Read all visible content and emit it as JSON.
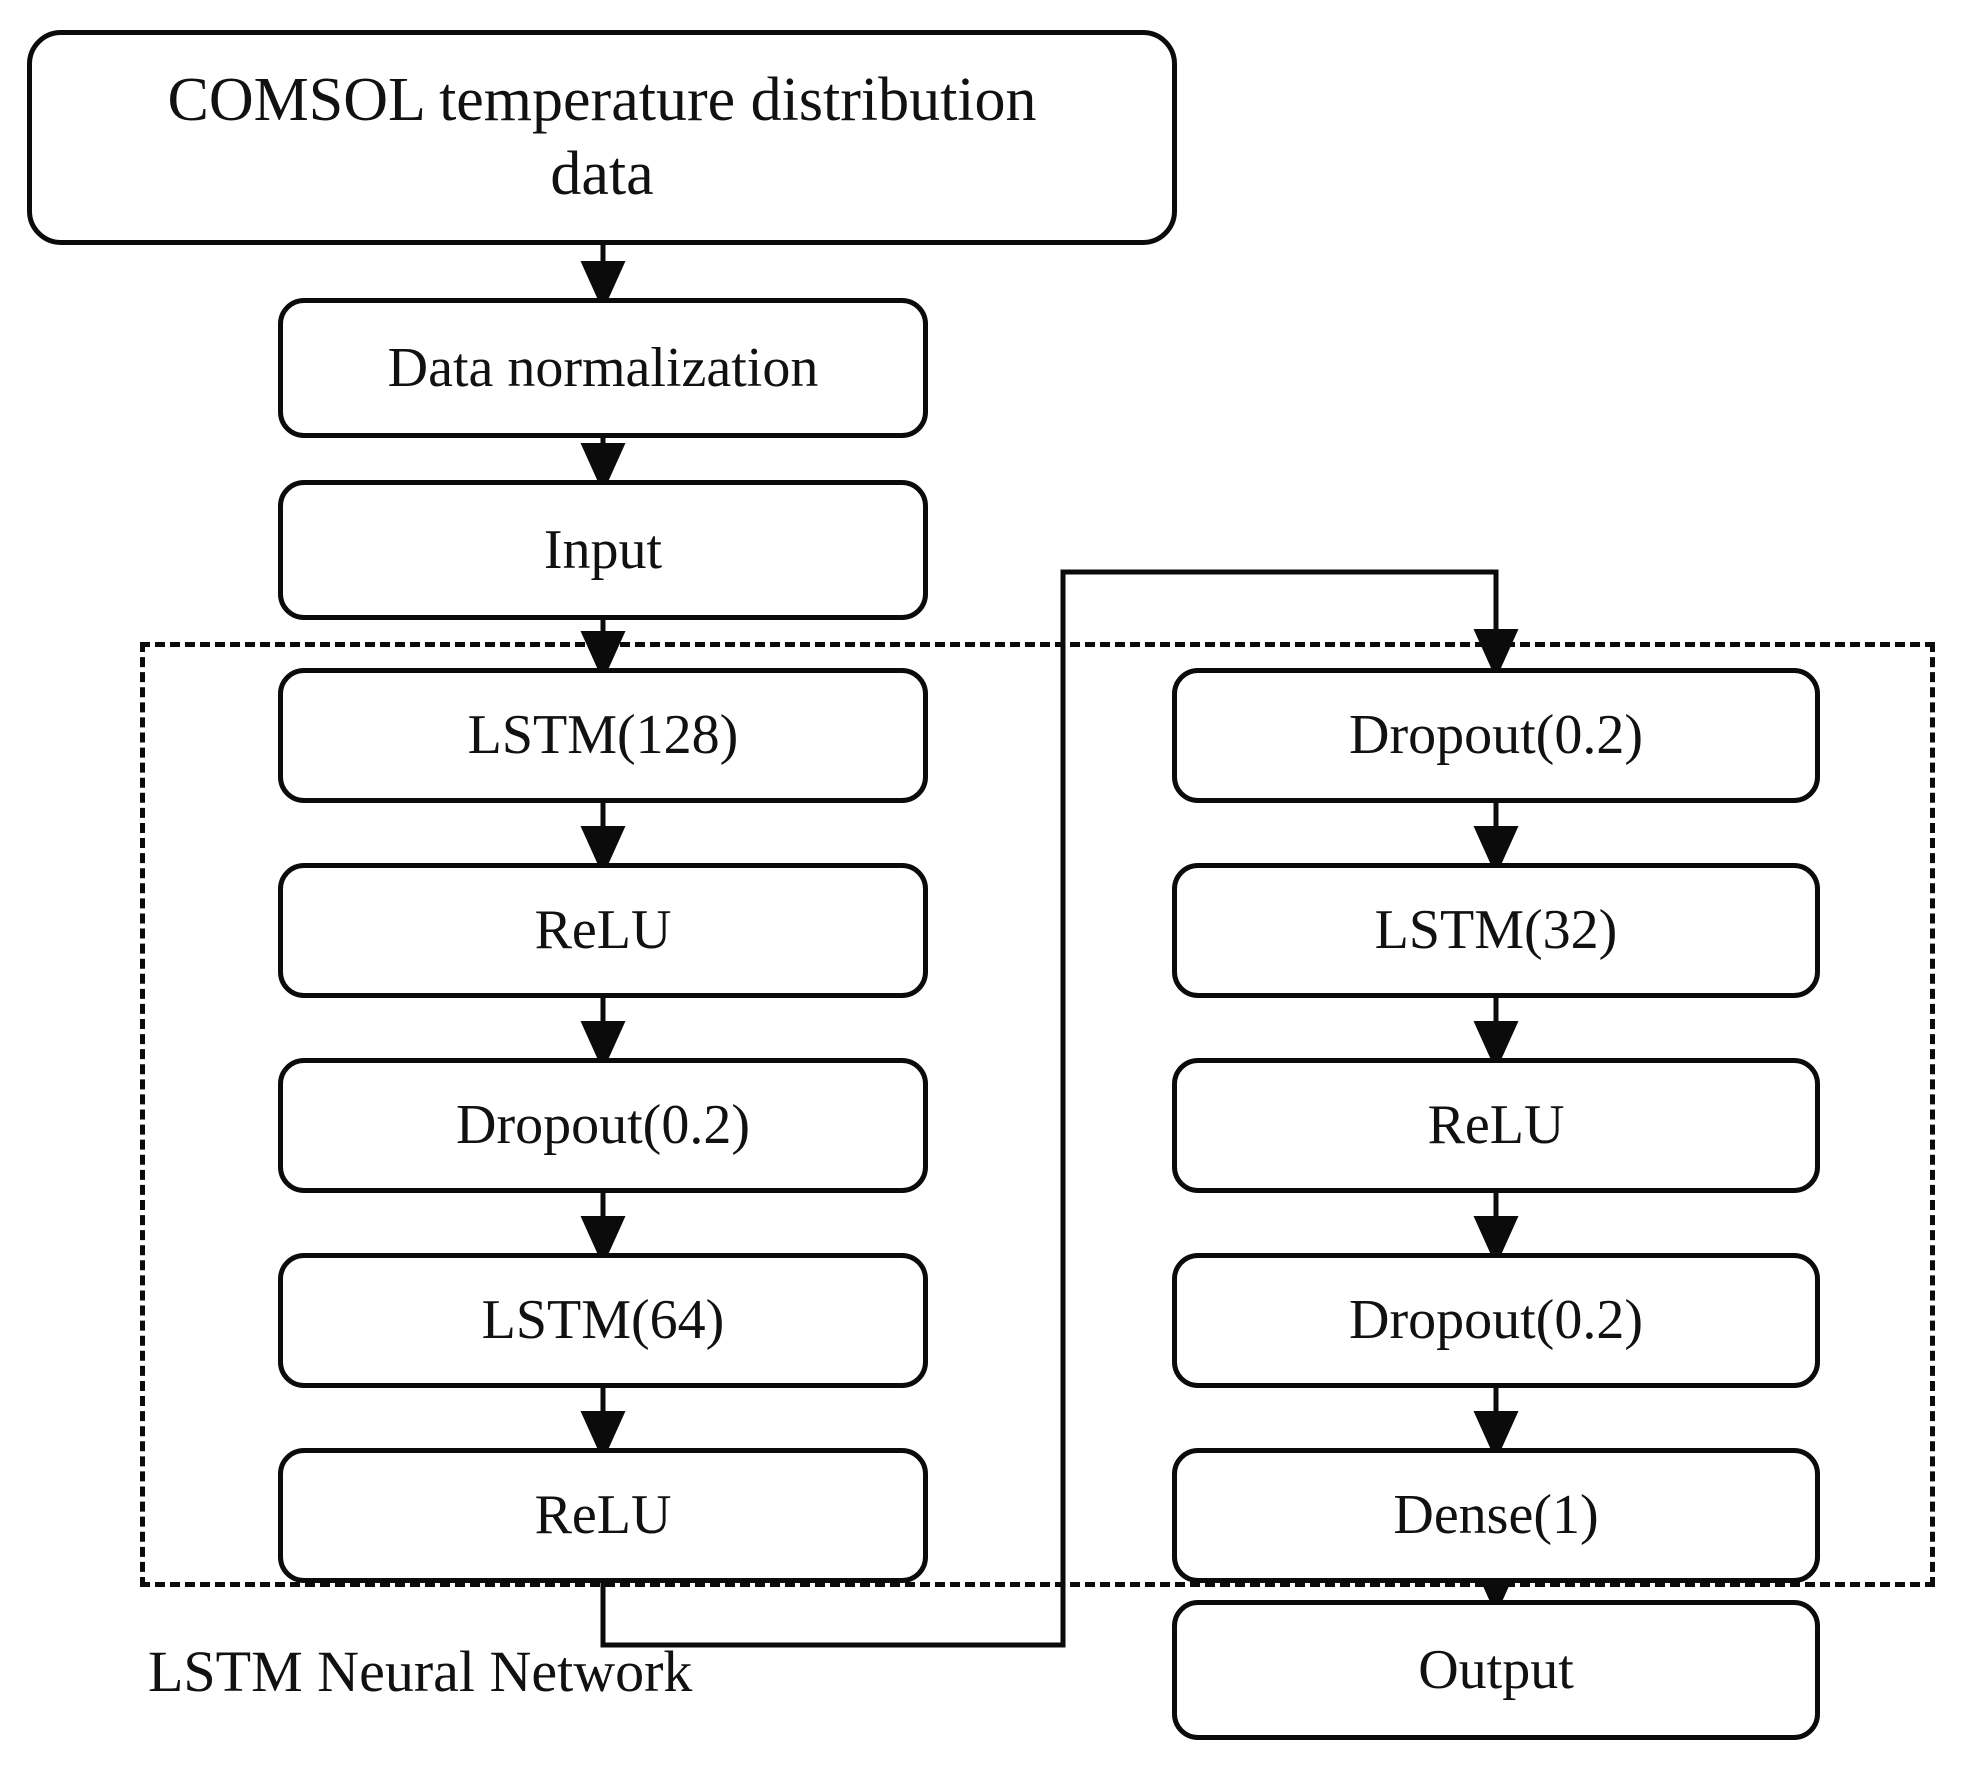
{
  "diagram": {
    "title_node": "COMSOL temperature distribution\ndata",
    "group_label": "LSTM Neural Network",
    "colors": {
      "stroke": "#0b0b0b",
      "fill": "#ffffff",
      "text": "#111111"
    },
    "preprocess": [
      {
        "id": "normalization",
        "label": "Data normalization"
      },
      {
        "id": "input",
        "label": "Input"
      }
    ],
    "left_column": [
      {
        "id": "lstm128",
        "label": "LSTM(128)"
      },
      {
        "id": "relu1",
        "label": "ReLU"
      },
      {
        "id": "dropout1",
        "label": "Dropout(0.2)"
      },
      {
        "id": "lstm64",
        "label": "LSTM(64)"
      },
      {
        "id": "relu2",
        "label": "ReLU"
      }
    ],
    "right_column": [
      {
        "id": "dropout2",
        "label": "Dropout(0.2)"
      },
      {
        "id": "lstm32",
        "label": "LSTM(32)"
      },
      {
        "id": "relu3",
        "label": "ReLU"
      },
      {
        "id": "dropout3",
        "label": "Dropout(0.2)"
      },
      {
        "id": "dense",
        "label": "Dense(1)"
      }
    ],
    "terminal": {
      "id": "output",
      "label": "Output"
    },
    "edges": [
      {
        "from": "source",
        "to": "normalization",
        "kind": "straight-arrow"
      },
      {
        "from": "normalization",
        "to": "input",
        "kind": "straight-arrow"
      },
      {
        "from": "input",
        "to": "lstm128",
        "kind": "straight-arrow"
      },
      {
        "from": "lstm128",
        "to": "relu1",
        "kind": "straight-arrow"
      },
      {
        "from": "relu1",
        "to": "dropout1",
        "kind": "straight-arrow"
      },
      {
        "from": "dropout1",
        "to": "lstm64",
        "kind": "straight-arrow"
      },
      {
        "from": "lstm64",
        "to": "relu2",
        "kind": "straight-arrow"
      },
      {
        "from": "relu2",
        "to": "dropout2",
        "kind": "routed-loop"
      },
      {
        "from": "dropout2",
        "to": "lstm32",
        "kind": "straight-arrow"
      },
      {
        "from": "lstm32",
        "to": "relu3",
        "kind": "straight-arrow"
      },
      {
        "from": "relu3",
        "to": "dropout3",
        "kind": "straight-arrow"
      },
      {
        "from": "dropout3",
        "to": "dense",
        "kind": "straight-arrow"
      },
      {
        "from": "dense",
        "to": "output",
        "kind": "straight-arrow"
      }
    ]
  }
}
